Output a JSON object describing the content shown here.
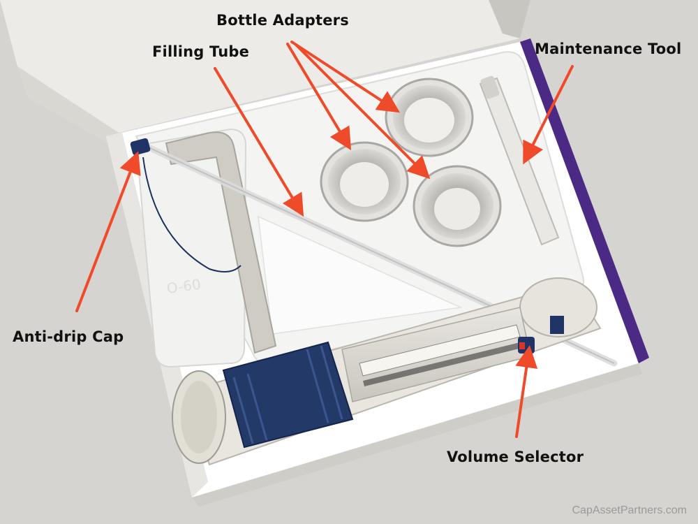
{
  "photo": {
    "labels": {
      "bottle_adapters": "Bottle Adapters",
      "filling_tube": "Filling Tube",
      "maintenance_tool": "Maintenance Tool",
      "anti_drip_cap": "Anti-drip Cap",
      "volume_selector": "Volume Selector"
    },
    "watermark": "CapAssetPartners.com",
    "colors": {
      "arrow": "#ef4a2a",
      "box_inner": "#f3f3f1",
      "tray": "#f6f6f5",
      "adapter_gray": "#bdbbb5",
      "dispenser_blue": "#233a68",
      "box_purple": "#4b2a85",
      "background": "#d8d6d2"
    },
    "annotation_count": 5,
    "bottle_adapter_count": 3
  }
}
